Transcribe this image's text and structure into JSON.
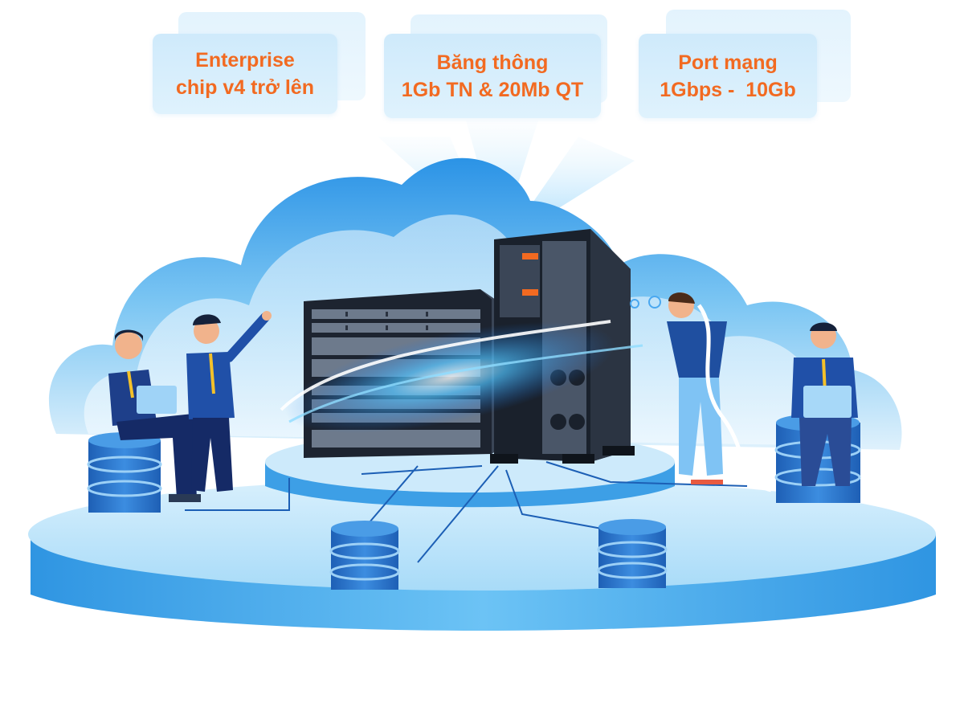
{
  "features": [
    {
      "line1": "Enterprise",
      "line2": "chip v4 trở lên"
    },
    {
      "line1": "Băng thông",
      "line2": "1Gb TN & 20Mb QT"
    },
    {
      "line1": "Port mạng",
      "line2": "1Gbps -  10Gb"
    }
  ],
  "colors": {
    "accent_text": "#f26a21",
    "cloud_blue": "#2f9be8",
    "platform_blue": "#4fb4f0",
    "server_dark": "#1d2430"
  },
  "illustration": {
    "icons": [
      "cloud-icon",
      "server-rack-icon",
      "tower-server-icon",
      "database-icon",
      "person-icon",
      "laptop-icon"
    ]
  }
}
